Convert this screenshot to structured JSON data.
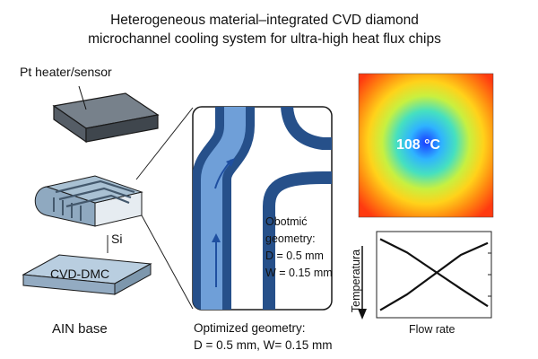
{
  "title": {
    "line1": "Heterogeneous material–integrated CVD diamond",
    "line2": "microchannel cooling system for ultra-high heat flux chips"
  },
  "labels": {
    "heater": "Pt heater/sensor",
    "si": "Si",
    "cvd_dmc": "CVD-DMC",
    "aln_base": "AIN base",
    "optimized_line1": "Optimized geometry:",
    "optimized_line2": "D = 0.5 mm, W= 0.15 mm",
    "inset_line1": "Obotmić",
    "inset_line2": "geometry:",
    "inset_line3": "D = 0.5 mm",
    "inset_line4": "W = 0.15 mm"
  },
  "heatmap": {
    "temperature": "108 °C"
  },
  "chart_data": {
    "type": "line",
    "title": "",
    "xlabel": "Flow rate",
    "ylabel": "Temperatura",
    "x": [
      0,
      0.25,
      0.5,
      0.75,
      1.0
    ],
    "series": [
      {
        "name": "decreasing",
        "values": [
          0.95,
          0.78,
          0.55,
          0.32,
          0.1
        ]
      },
      {
        "name": "increasing",
        "values": [
          0.05,
          0.25,
          0.5,
          0.75,
          0.9
        ]
      }
    ],
    "xlim": [
      0,
      1
    ],
    "ylim": [
      0,
      1
    ],
    "grid": false
  },
  "colors": {
    "heater_top": "#6b7580",
    "heater_side": "#4a525a",
    "dmc_fill": "#a9c1d3",
    "channel_dark": "#2f5f96",
    "channel_light": "#6f9fd8",
    "accent": "#1f5fbf"
  }
}
